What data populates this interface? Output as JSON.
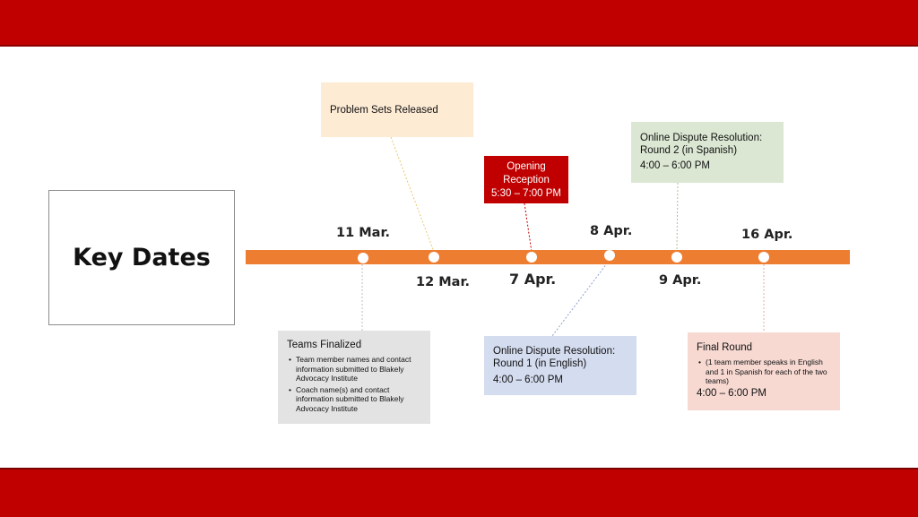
{
  "title": "Key Dates",
  "colors": {
    "band": "#c00000",
    "axis": "#ed7d31",
    "problem": "#fdebd4",
    "opening": "#c00000",
    "odr2": "#dbe7d3",
    "teams": "#e3e3e3",
    "odr1": "#d4dcef",
    "final": "#f7d9d2"
  },
  "dates": {
    "mar11": "11 Mar.",
    "mar12": "12 Mar.",
    "apr7": "7 Apr.",
    "apr8": "8 Apr.",
    "apr9": "9 Apr.",
    "apr16": "16 Apr."
  },
  "events": {
    "problem_sets": {
      "title": "Problem Sets Released"
    },
    "opening": {
      "line1": "Opening",
      "line2": "Reception",
      "time": "5:30 – 7:00 PM"
    },
    "odr2": {
      "title": "Online Dispute Resolution: Round 2 (in Spanish)",
      "time": "4:00 – 6:00 PM"
    },
    "teams": {
      "title": "Teams Finalized",
      "bullets": [
        "Team member names and contact information submitted to Blakely Advocacy Institute",
        "Coach name(s) and contact information submitted to Blakely Advocacy Institute"
      ]
    },
    "odr1": {
      "title": "Online Dispute Resolution: Round 1 (in English)",
      "time": "4:00 – 6:00 PM"
    },
    "final": {
      "title": "Final Round",
      "bullet": "(1 team member speaks in English and 1 in Spanish for each of the two teams)",
      "time": "4:00 – 6:00 PM"
    }
  }
}
